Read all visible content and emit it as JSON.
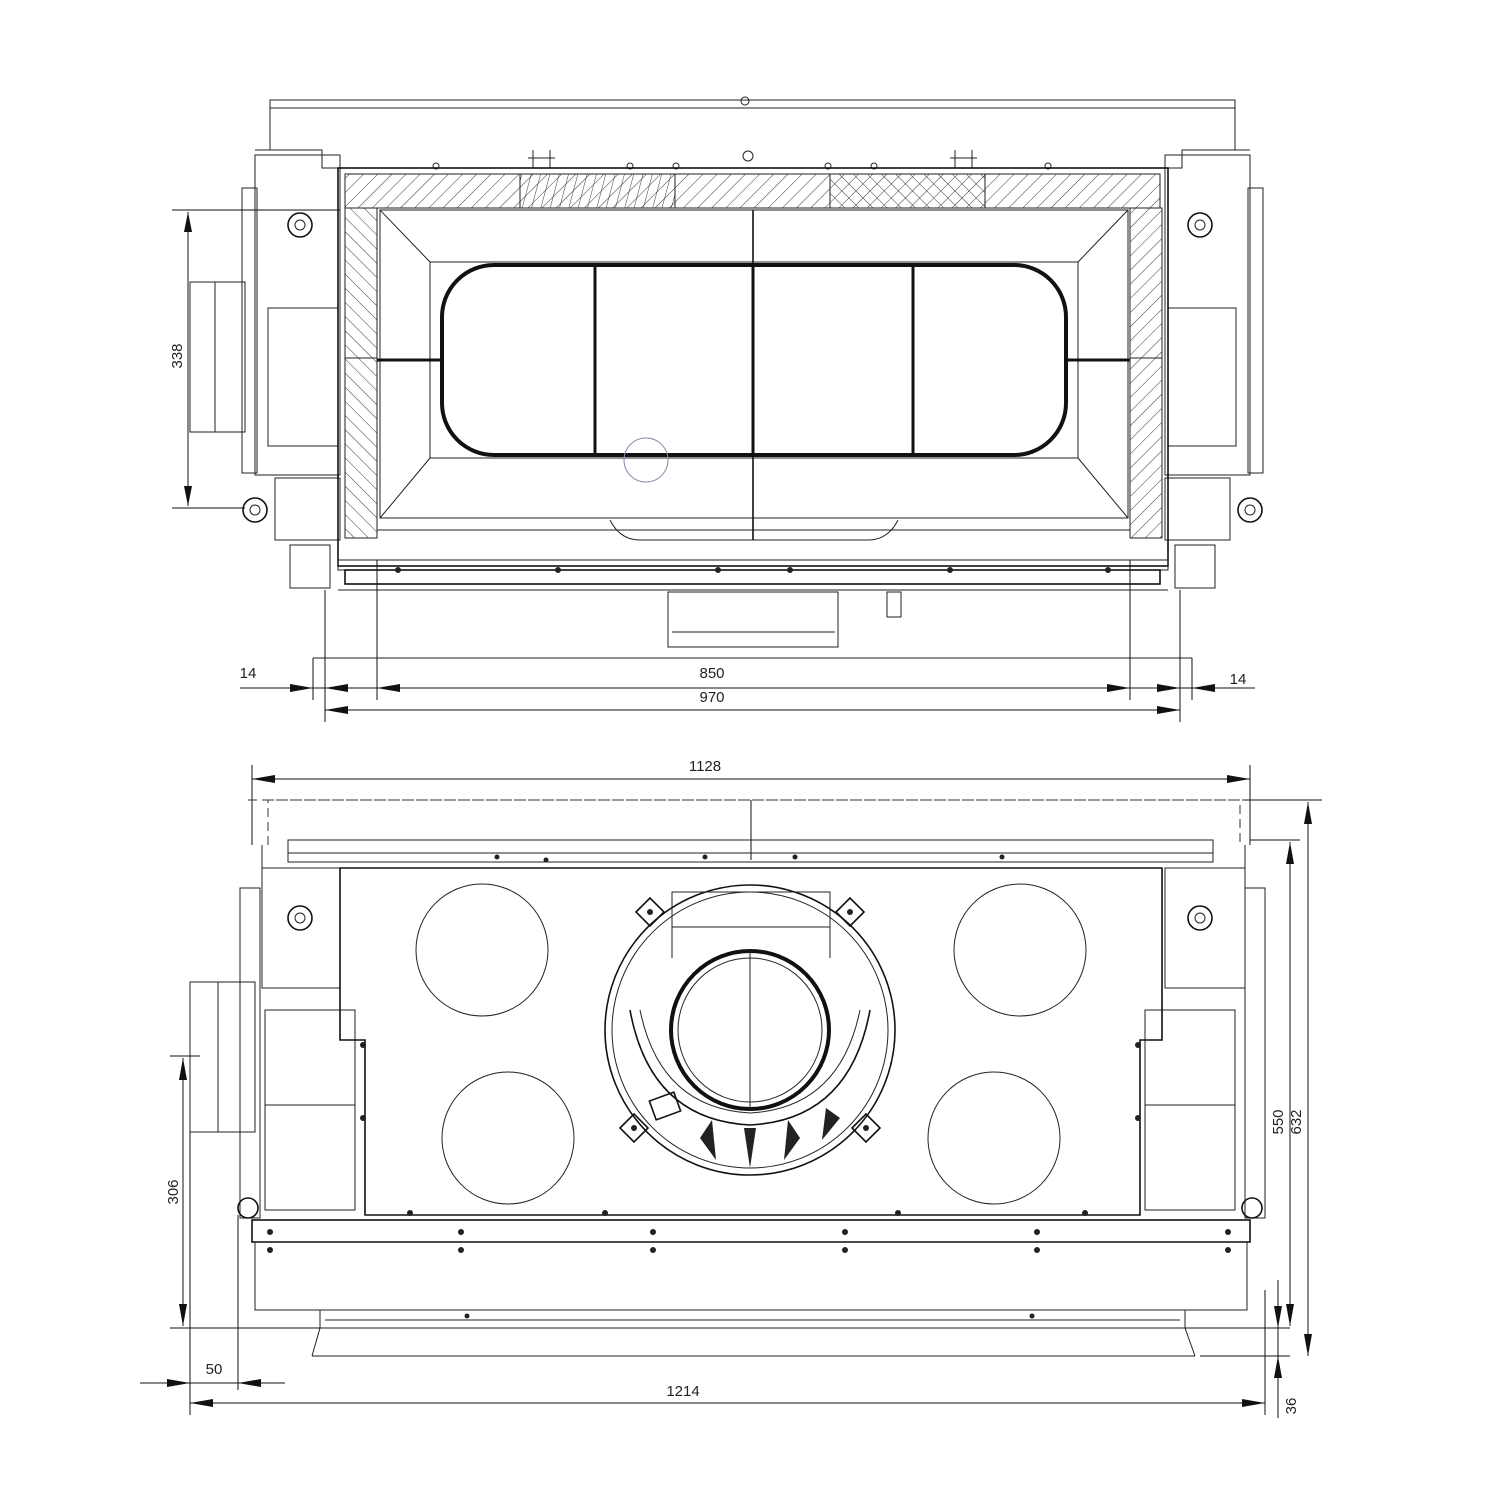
{
  "front_view": {
    "dimensions": {
      "height": "338",
      "left_offset": "14",
      "right_offset": "14",
      "glass_width": "850",
      "overall_width": "970"
    }
  },
  "bottom_view": {
    "dimensions": {
      "top_width": "1128",
      "base_width": "1214",
      "left_step": "50",
      "left_height": "306",
      "inner_height": "550",
      "overall_height": "632",
      "base_step": "36"
    }
  }
}
